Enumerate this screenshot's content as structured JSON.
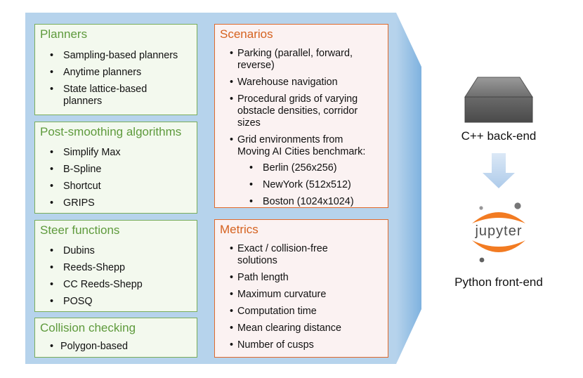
{
  "panels": {
    "planners": {
      "title": "Planners",
      "items": [
        "Sampling-based planners",
        "Anytime planners",
        "State lattice-based planners"
      ]
    },
    "post_smoothing": {
      "title": "Post-smoothing algorithms",
      "items": [
        "Simplify Max",
        "B-Spline",
        "Shortcut",
        "GRIPS"
      ]
    },
    "steer": {
      "title": "Steer functions",
      "items": [
        "Dubins",
        "Reeds-Shepp",
        "CC Reeds-Shepp",
        "POSQ"
      ]
    },
    "collision": {
      "title": "Collision checking",
      "items": [
        "Polygon-based"
      ]
    },
    "scenarios": {
      "title": "Scenarios",
      "items": [
        "Parking (parallel, forward, reverse)",
        "Warehouse navigation",
        "Procedural grids of varying obstacle densities, corridor sizes",
        "Grid environments from Moving AI Cities benchmark:"
      ],
      "subitems": [
        "Berlin (256x256)",
        "NewYork (512x512)",
        "Boston (1024x1024)"
      ]
    },
    "metrics": {
      "title": "Metrics",
      "items": [
        "Exact / collision-free solutions",
        "Path length",
        "Maximum curvature",
        "Computation time",
        "Mean clearing distance",
        "Number of cusps"
      ]
    }
  },
  "backend": {
    "label": "C++ back-end",
    "icon": "server-box-icon"
  },
  "frontend": {
    "label": "Python front-end",
    "logo_text": "jupyter",
    "icon": "jupyter-logo-icon"
  },
  "colors": {
    "green_title": "#5e9a3c",
    "red_title": "#d5621f",
    "box_blue": "#b3d2ea",
    "arrow_blue": "#c3daf1"
  }
}
